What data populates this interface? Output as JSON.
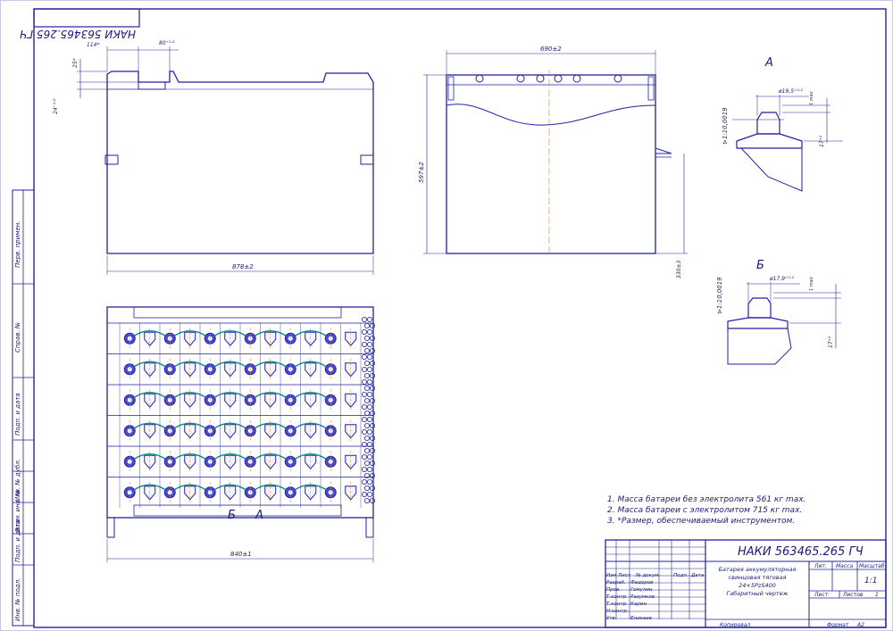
{
  "stamp_mirrored": "НАКИ 563465.265 ГЧ",
  "title_code": "НАКИ 563465.265 ГЧ",
  "product_name_lines": [
    "Батарея аккумуляторная",
    "свинцовая тяговая",
    "24×5PzS400",
    "Габаритный чертеж"
  ],
  "notes": [
    "1. Масса батареи без электролита 561 кг max.",
    "2. Масса батареи с электролитом 715 кг max.",
    "3. *Размер, обеспечиваемый инструментом."
  ],
  "views": {
    "a": "А",
    "b": "Б"
  },
  "section_marks": [
    "Б",
    "А"
  ],
  "dims": {
    "overall_length": "878±2",
    "inner_length": "840±1",
    "width_top": "690±2",
    "height": "597±2",
    "bottom_offset": "330±3",
    "top_left_a": "114*",
    "top_left_b": "80⁺¹·⁵",
    "small_v1": "25*",
    "small_v2": "24⁻¹·⁵",
    "a_diam": "ø19,5⁺⁰·²",
    "a_taper": "⊳1:10,0019",
    "a_h1": "1 max",
    "a_h2": "17⁺²",
    "b_diam": "ø17,9⁺⁰·²",
    "b_taper": "⊳1:10,0019",
    "b_h1": "1 max",
    "b_h2": "17⁺²"
  },
  "side_labels": [
    "Перв. примен.",
    "Справ. №",
    "Подп. и дата",
    "Инв. № дубл.",
    "Взам. инв. №",
    "Подп. и дата",
    "Инв. № подл."
  ],
  "title_block": {
    "headers": [
      "Изм",
      "Лист",
      "№ докум.",
      "Подп.",
      "Дата"
    ],
    "rows": [
      {
        "role": "Разраб.",
        "name": "Федоров"
      },
      {
        "role": "Пров.",
        "name": "Гомулин"
      },
      {
        "role": "Т.контр.",
        "name": "Разумков"
      },
      {
        "role": "Т.контр.",
        "name": "Карин"
      },
      {
        "role": "Н.контр.",
        "name": ""
      },
      {
        "role": "Утв.",
        "name": "Еникеев"
      }
    ],
    "lit_label": "Лит.",
    "mass_label": "Масса",
    "scale_label": "Масштаб",
    "scale_value": "1:1",
    "sheet_label": "Лист",
    "sheets_label": "Листов",
    "sheets_value": "1",
    "copied": "Копировал",
    "format": "Формат",
    "format_value": "А2"
  },
  "colors": {
    "line": "#2222a0",
    "fill": "#4a4ad0",
    "accent": "#e08020",
    "link": "#1a8a8a"
  }
}
